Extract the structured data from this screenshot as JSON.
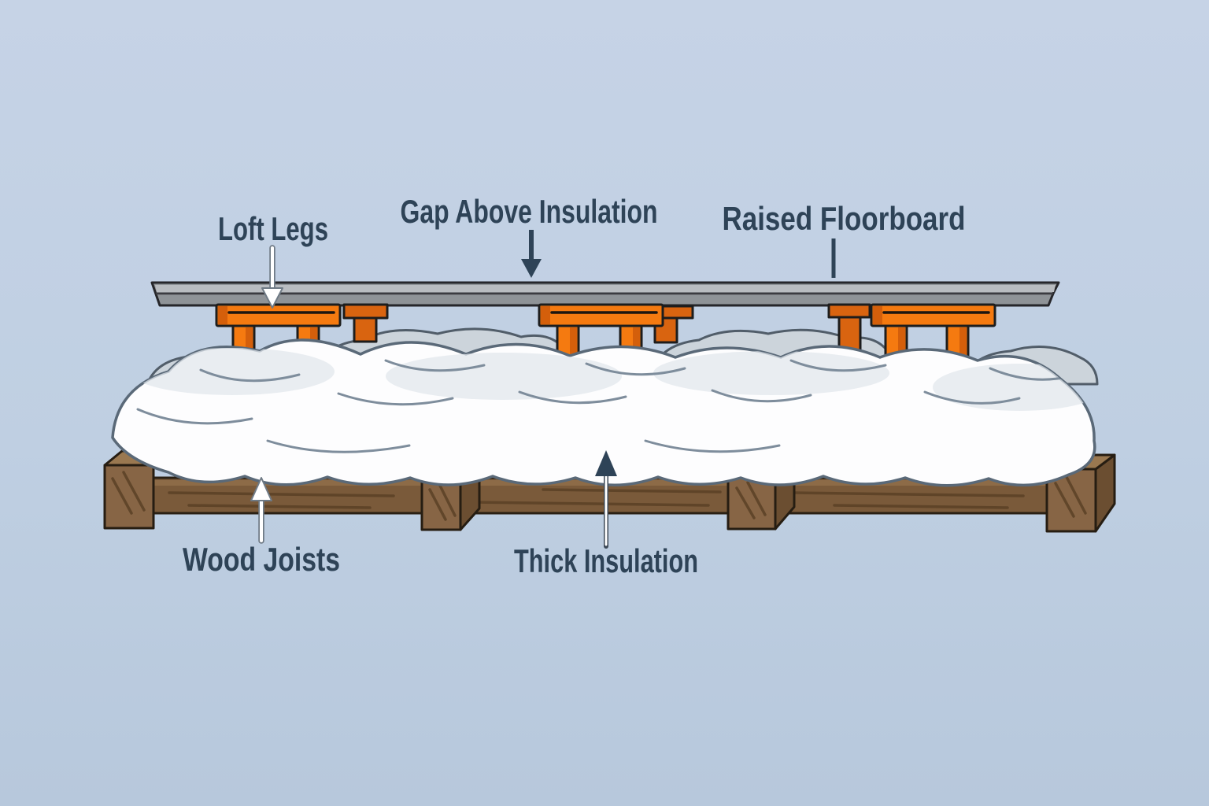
{
  "diagram": {
    "title": "Raised loft floorboard insulation diagram",
    "background_color": "#bfcfe2",
    "label_color": "#2e4357",
    "labels": {
      "loft_legs": "Loft Legs",
      "gap_above_insulation": "Gap Above Insulation",
      "raised_floorboard": "Raised Floorboard",
      "wood_joists": "Wood Joists",
      "thick_insulation": "Thick Insulation"
    },
    "colors": {
      "loft_leg_orange": "#f57a10",
      "loft_leg_orange_shade": "#d45f0b",
      "floorboard_gray": "#8f9397",
      "floorboard_highlight": "#b9bcc0",
      "insulation_white": "#fdfdfe",
      "insulation_outline": "#5a6978",
      "insulation_back_gray": "#ccd4db",
      "wood_brown": "#7a5a3a",
      "wood_block_brown": "#876545",
      "arrow_dark": "#2e4357",
      "arrow_white": "#ffffff"
    }
  }
}
